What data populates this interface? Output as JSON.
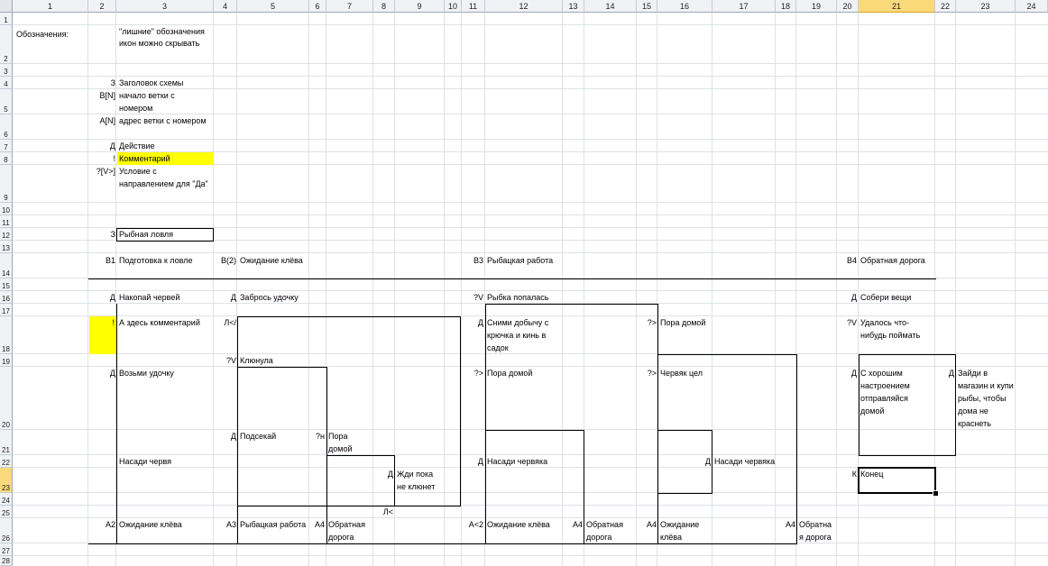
{
  "columns": [
    "1",
    "2",
    "3",
    "4",
    "5",
    "6",
    "7",
    "8",
    "9",
    "10",
    "11",
    "12",
    "13",
    "14",
    "15",
    "16",
    "17",
    "18",
    "19",
    "20",
    "21",
    "22",
    "23",
    "24"
  ],
  "selected_column": "21",
  "rows": [
    "1",
    "2",
    "3",
    "4",
    "5",
    "6",
    "7",
    "8",
    "9",
    "10",
    "11",
    "12",
    "13",
    "14",
    "15",
    "16",
    "17",
    "18",
    "19",
    "20",
    "21",
    "22",
    "23",
    "24",
    "25",
    "26",
    "27",
    "28"
  ],
  "selected_row": "23",
  "legend": {
    "title": "Обозначения:",
    "note": "\"лишние\" обозначения\nикон можно скрывать",
    "items": [
      {
        "code": "З",
        "text": "Заголовок схемы"
      },
      {
        "code": "В[N]",
        "text": "начало ветки с\nномером"
      },
      {
        "code": "А[N]",
        "text": "адрес ветки с номером"
      },
      {
        "code": "Д",
        "text": "Действие"
      },
      {
        "code": "!",
        "text": "Комментарий"
      },
      {
        "code": "?[V>]",
        "text": "Условие с\nнаправлением для \"Да\""
      }
    ]
  },
  "scheme": {
    "title_code": "З",
    "title": "Рыбная ловля",
    "branches": [
      {
        "code": "В1",
        "title": "Подготовка к ловле"
      },
      {
        "code": "В(2)",
        "title": "Ожидание клёва"
      },
      {
        "code": "В3",
        "title": "Рыбацкая работа"
      },
      {
        "code": "В4",
        "title": "Обратная дорога"
      }
    ],
    "b1": [
      {
        "code": "Д",
        "text": "Накопай червей"
      },
      {
        "code": "!",
        "text": "А здесь комментарий"
      },
      {
        "code": "Д",
        "text": "Возьми удочку"
      },
      {
        "code": "",
        "text": "Насади червя"
      },
      {
        "code": "А2",
        "text": "Ожидание клёва"
      }
    ],
    "b2": [
      {
        "code": "Д",
        "text": "Забрось удочку"
      },
      {
        "code": "Л</",
        "text": ""
      },
      {
        "code": "?V",
        "text": "Клюнула"
      },
      {
        "code": "Д",
        "text": "Подсекай"
      },
      {
        "code": "?н",
        "text": "Пора\nдомой"
      },
      {
        "code": "Д",
        "text": "Жди пока\nне клюнет"
      },
      {
        "code": "Л<",
        "text": ""
      },
      {
        "code": "А3",
        "text": "Рыбацкая работа"
      },
      {
        "code": "А4",
        "text": "Обратная\nдорога"
      }
    ],
    "b3": [
      {
        "code": "?V",
        "text": "Рыбка попалась"
      },
      {
        "code": "Д",
        "text": "Сними добычу с\nкрючка и кинь в\nсадок"
      },
      {
        "code": "?>",
        "text": "Пора домой"
      },
      {
        "code": "?>",
        "text": "Пора домой"
      },
      {
        "code": "?>",
        "text": "Червяк цел"
      },
      {
        "code": "Д",
        "text": "Насади червяка"
      },
      {
        "code": "Д",
        "text": "Насади червяка"
      },
      {
        "code": "А<2",
        "text": "Ожидание клёва"
      },
      {
        "code": "А4",
        "text": "Обратная\nдорога"
      },
      {
        "code": "А4",
        "text": "Ожидание\nклёва"
      },
      {
        "code": "А4",
        "text": "Обратна\nя дорога"
      }
    ],
    "b4": [
      {
        "code": "Д",
        "text": "Собери вещи"
      },
      {
        "code": "?V",
        "text": "Удалось что-\nнибудь поймать"
      },
      {
        "code": "Д",
        "text": "С хорошим\nнастроением\nотправляйся\nдомой"
      },
      {
        "code": "Д",
        "text": "Зайди в\nмагазин и купи\nрыбы, чтобы\nдома не\nкраснеть"
      },
      {
        "code": "К",
        "text": "Конец"
      }
    ]
  }
}
